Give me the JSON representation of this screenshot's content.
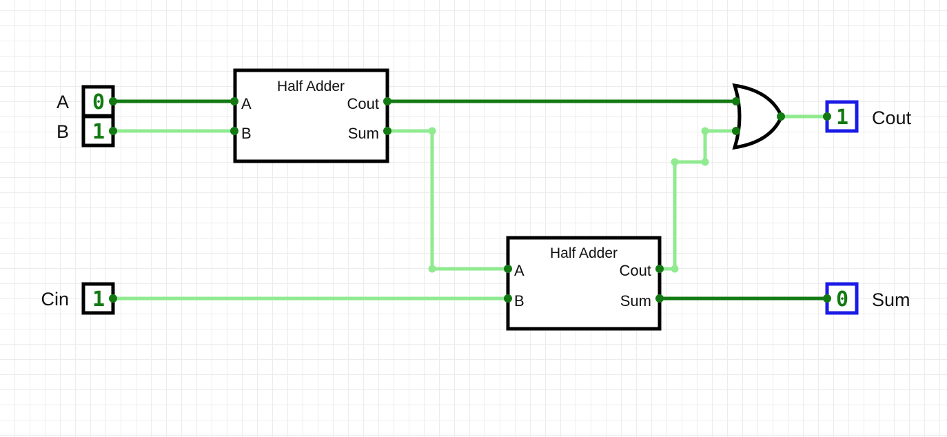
{
  "colors": {
    "wire_high": "#137a13",
    "wire_low": "#90ea90",
    "input_border": "#000000",
    "output_border": "#1a1ae6",
    "value_text": "#137a13"
  },
  "inputs": [
    {
      "label": "A",
      "value": "0"
    },
    {
      "label": "B",
      "value": "1"
    },
    {
      "label": "Cin",
      "value": "1"
    }
  ],
  "outputs": [
    {
      "label": "Cout",
      "value": "1"
    },
    {
      "label": "Sum",
      "value": "0"
    }
  ],
  "half_adders": [
    {
      "title": "Half Adder",
      "in_a": "A",
      "in_b": "B",
      "out_cout": "Cout",
      "out_sum": "Sum"
    },
    {
      "title": "Half Adder",
      "in_a": "A",
      "in_b": "B",
      "out_cout": "Cout",
      "out_sum": "Sum"
    }
  ],
  "or_gate": {
    "icon": "or-gate-icon"
  }
}
